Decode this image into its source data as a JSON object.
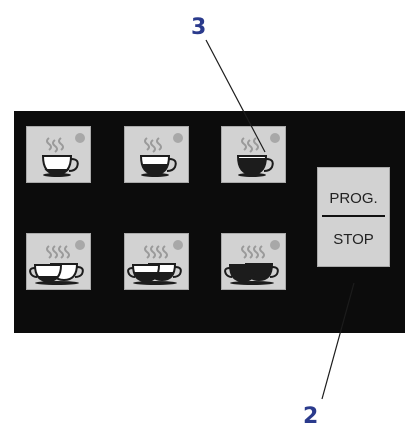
{
  "callouts": {
    "label_3": "3",
    "label_2": "2"
  },
  "panel": {
    "background_color": "#0c0c0c",
    "button_color": "#d2d2d2",
    "indicator_color": "#a8a8a8",
    "cup_buttons": [
      {
        "row": 1,
        "icon": "single-cup-steam-icon",
        "fill": "low"
      },
      {
        "row": 1,
        "icon": "single-cup-steam-icon",
        "fill": "medium"
      },
      {
        "row": 1,
        "icon": "single-cup-steam-icon",
        "fill": "high"
      },
      {
        "row": 2,
        "icon": "double-cup-steam-icon",
        "fill": "low"
      },
      {
        "row": 2,
        "icon": "double-cup-steam-icon",
        "fill": "medium"
      },
      {
        "row": 2,
        "icon": "double-cup-steam-icon",
        "fill": "high"
      }
    ],
    "prog_stop_button": {
      "top_label": "PROG.",
      "bottom_label": "STOP"
    }
  },
  "label_color": "#2a3a8c"
}
